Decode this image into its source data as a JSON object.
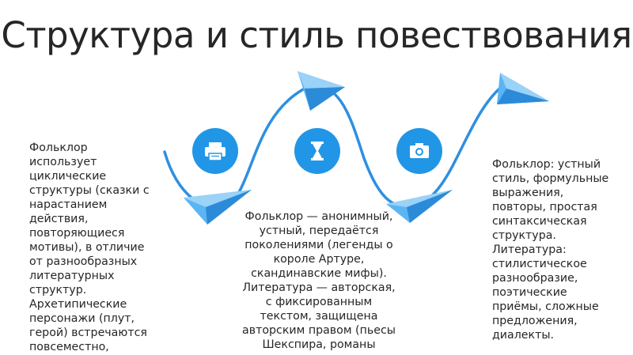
{
  "title": "Структура и стиль повествования",
  "columns": {
    "left": "Фольклор использует циклические структуры (сказки с нарастанием действия, повторяющиеся мотивы), в отличие от разнообразных литературных структур. Архетипические персонажи (плут, герой) встречаются повсеместно,",
    "middle": "Фольклор — анонимный, устный, передаётся поколениями (легенды о короле Артуре, скандинавские мифы). Литература — авторская, с фиксированным текстом, защищена авторским правом (пьесы Шекспира, романы",
    "right": "Фольклор: устный стиль, формульные выражения, повторы, простая синтаксическая структура. Литература: стилистическое разнообразие, поэтические приёмы, сложные предложения, диалекты."
  },
  "icons": [
    "printer-icon",
    "hourglass-icon",
    "camera-icon"
  ],
  "colors": {
    "accent": "#2196e6",
    "plane": "#3ea6ee",
    "plane_dark": "#1f7fcc",
    "text": "#262626"
  }
}
